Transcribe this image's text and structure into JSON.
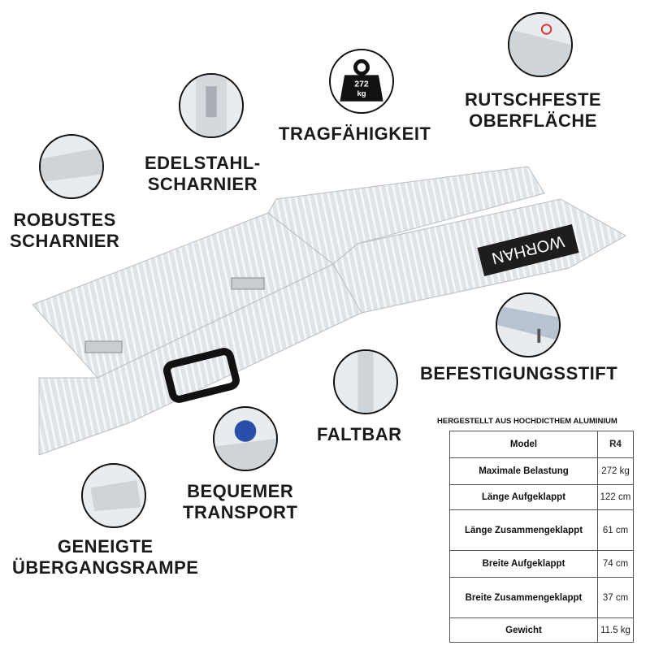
{
  "brand": "WORHAN",
  "features": {
    "robust_hinge": "ROBUSTES\nSCHARNIER",
    "steel_hinge": "EDELSTAHL-\nSCHARNIER",
    "capacity": "TRAGFÄHIGKEIT",
    "capacity_icon_value": "272",
    "capacity_icon_unit": "kg",
    "nonslip": "RUTSCHFESTE\nOBERFLÄCHE",
    "pin": "BEFESTIGUNGSSTIFT",
    "foldable": "FALTBAR",
    "transport": "BEQUEMER\nTRANSPORT",
    "transition": "GENEIGTE\nÜBERGANGSRAMPE"
  },
  "specs": {
    "title": "HERGESTELLT AUS HOCHDICTHEM ALUMINIUM",
    "rows": [
      {
        "k": "Model",
        "v": "R4"
      },
      {
        "k": "Maximale Belastung",
        "v": "272 kg"
      },
      {
        "k": "Länge Aufgeklappt",
        "v": "122 cm"
      },
      {
        "k": "Länge Zusammengeklappt",
        "v": "61 cm"
      },
      {
        "k": "Breite Aufgeklappt",
        "v": "74 cm"
      },
      {
        "k": "Breite Zusammengeklappt",
        "v": "37 cm"
      },
      {
        "k": "Gewicht",
        "v": "11.5 kg"
      }
    ]
  }
}
